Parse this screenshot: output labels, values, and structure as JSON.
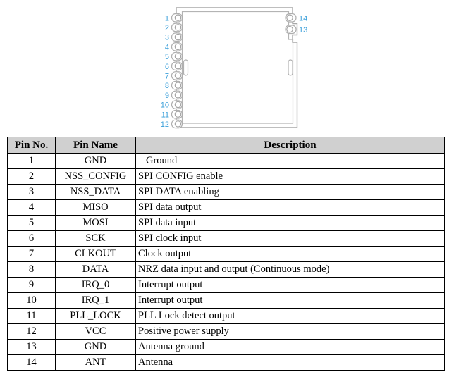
{
  "diagram": {
    "name": "rf-module-pinout-drawing",
    "left_pin_numbers": [
      "1",
      "2",
      "3",
      "4",
      "5",
      "6",
      "7",
      "8",
      "9",
      "10",
      "11",
      "12"
    ],
    "right_pin_numbers": [
      "14",
      "13"
    ],
    "label_color": "#3a9fda",
    "outline_color": "#a8a8a8",
    "pad_color": "#b0b0b0"
  },
  "table": {
    "headers": [
      "Pin No.",
      "Pin Name",
      "Description"
    ],
    "header_background": "#d0d0d0",
    "border_color": "#000000",
    "rows": [
      {
        "no": "1",
        "name": "GND",
        "desc": "Ground",
        "indent": true
      },
      {
        "no": "2",
        "name": "NSS_CONFIG",
        "desc": "SPI CONFIG enable",
        "indent": false
      },
      {
        "no": "3",
        "name": "NSS_DATA",
        "desc": "SPI DATA enabling",
        "indent": false
      },
      {
        "no": "4",
        "name": "MISO",
        "desc": "SPI data output",
        "indent": false
      },
      {
        "no": "5",
        "name": "MOSI",
        "desc": "SPI data input",
        "indent": false
      },
      {
        "no": "6",
        "name": "SCK",
        "desc": "SPI clock input",
        "indent": false
      },
      {
        "no": "7",
        "name": "CLKOUT",
        "desc": "Clock output",
        "indent": false
      },
      {
        "no": "8",
        "name": "DATA",
        "desc": "NRZ data input and output (Continuous mode)",
        "indent": false
      },
      {
        "no": "9",
        "name": "IRQ_0",
        "desc": "Interrupt output",
        "indent": false
      },
      {
        "no": "10",
        "name": "IRQ_1",
        "desc": "Interrupt output",
        "indent": false
      },
      {
        "no": "11",
        "name": "PLL_LOCK",
        "desc": "PLL Lock detect output",
        "indent": false
      },
      {
        "no": "12",
        "name": "VCC",
        "desc": "Positive power supply",
        "indent": false
      },
      {
        "no": "13",
        "name": "GND",
        "desc": "Antenna ground",
        "indent": false
      },
      {
        "no": "14",
        "name": "ANT",
        "desc": "Antenna",
        "indent": false
      }
    ]
  }
}
